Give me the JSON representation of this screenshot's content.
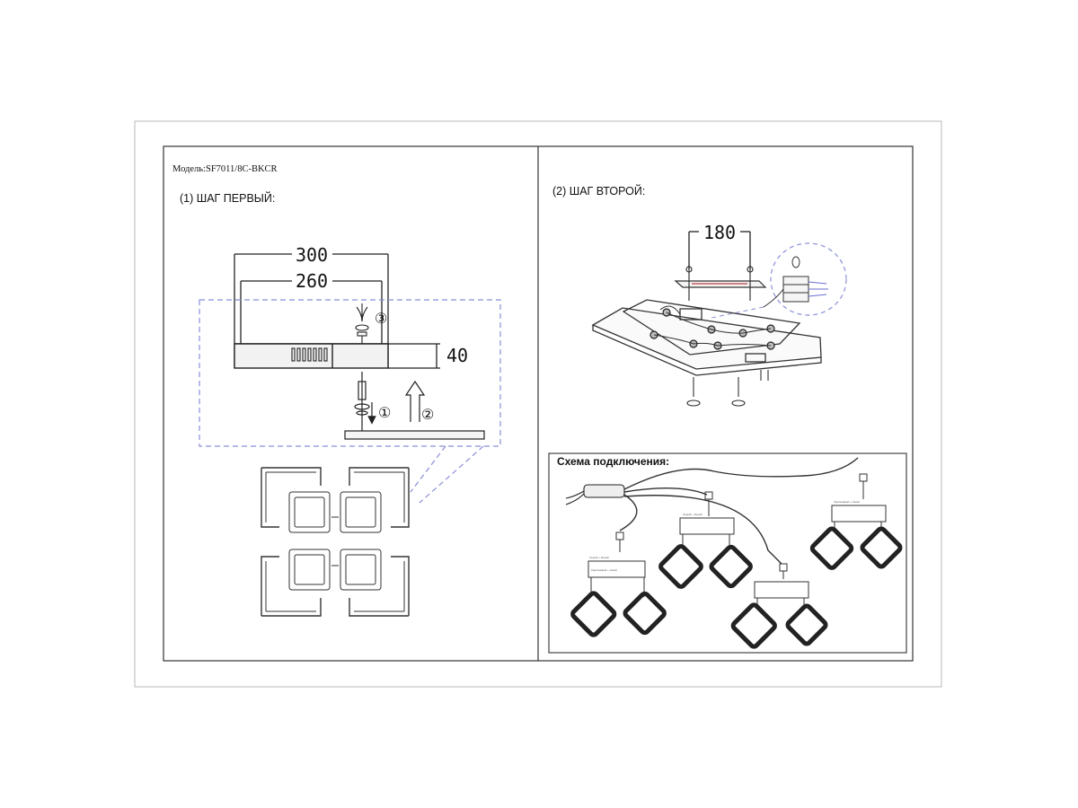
{
  "model": {
    "label": "Модель:",
    "value": "SF7011/8C-BKCR"
  },
  "step1": {
    "title": "(1)  ШАГ ПЕРВЫЙ:",
    "dim_outer": "300",
    "dim_inner": "260",
    "dim_height": "40",
    "callout_1": "①",
    "callout_2": "②",
    "callout_3": "③"
  },
  "step2": {
    "title": "(2)  ШАГ ВТОРОЙ:",
    "dim_spacing": "180"
  },
  "wiring": {
    "title": "Схема подключения:",
    "tiny_labels": [
      "Серый + белый",
      "Коричневый + синий",
      "Серый + белый",
      "Коричневый + синий"
    ]
  },
  "colors": {
    "line": "#222222",
    "dashed": "#8a8fd8",
    "frame": "#cccccc"
  }
}
